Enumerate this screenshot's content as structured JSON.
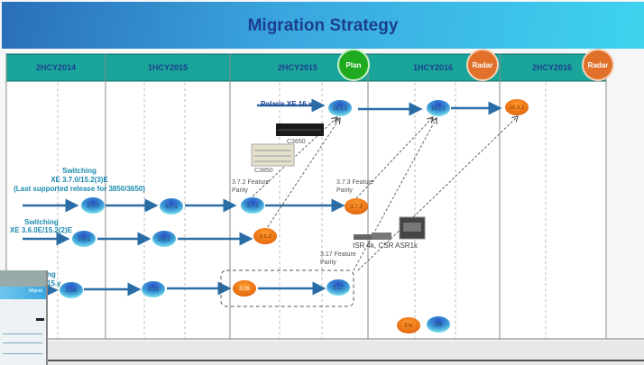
{
  "slide": {
    "title": "Migration Strategy",
    "periods": [
      "2HCY2014",
      "1HCY2015",
      "2HCY2015",
      "1HCY2016",
      "2HCY2016"
    ],
    "badges": [
      {
        "label": "Plan",
        "color": "#1faa1f"
      },
      {
        "label": "Radar",
        "color": "#e0702a"
      },
      {
        "label": "Radar",
        "color": "#e0702a"
      }
    ],
    "labels": {
      "polaris": "Polaris XE 16.x",
      "c3650": "C3650",
      "c3850": "C3850",
      "sw37_1": "Switching",
      "sw37_2": "XE 3.7.0/15.2(3)E",
      "sw37_3": "(Last supported release for 3850/3650)",
      "sw36_1": "Switching",
      "sw36_2": "XE 3.6.0E/15.2(2)E",
      "row4_1": "ng",
      "row4_2": "15.y",
      "fp372_1": "3.7.2 Feature",
      "fp372_2": "Parity",
      "fp373_1": "3.7.3 Feature",
      "fp373_2": "Parity",
      "fp317_1": "3.17 Feature",
      "fp317_2": "Parity",
      "isr": "ISR 4k, CSR ASR1k"
    },
    "nodes": {
      "n1611": "16.1.1",
      "n1621": "16.2.1",
      "n1631": "16.3.1",
      "n370": "3.7.0",
      "n371": "3.7.1",
      "n372": "3.7.2",
      "n373": "3.7.3",
      "n361": "3.6.1",
      "n362": "3.6.2",
      "n363": "3.6.3",
      "n314": "3.14",
      "n315": "3.15",
      "n316": "3.16",
      "n317": "3.17",
      "em": "EM",
      "sm": "SM"
    },
    "colors": {
      "blue_node": "#3b74c8",
      "orange_node": "#f07a14",
      "arrow": "#2a6da6",
      "header_band": "#1aa59a"
    }
  },
  "thumbnail": {
    "text": "Migrati"
  }
}
